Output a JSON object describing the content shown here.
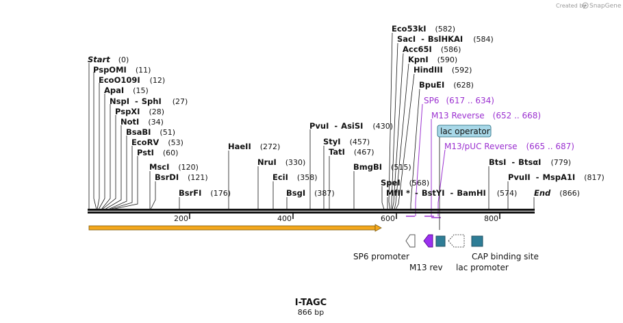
{
  "app": {
    "credit_text": "Created by",
    "brand": "SnapGene"
  },
  "sequence": {
    "name": "I-TAGC",
    "length_label": "866 bp",
    "length": 866
  },
  "ruler": {
    "ticks": [
      {
        "value": 200,
        "label": "200"
      },
      {
        "value": 400,
        "label": "400"
      },
      {
        "value": 600,
        "label": "600"
      },
      {
        "value": 800,
        "label": "800"
      }
    ]
  },
  "sites": [
    {
      "name": "Start",
      "pos": 0,
      "pos_label": "(0)",
      "italic": true
    },
    {
      "name": "PspOMI",
      "pos": 11,
      "pos_label": "(11)"
    },
    {
      "name": "EcoO109I",
      "pos": 12,
      "pos_label": "(12)"
    },
    {
      "name": "ApaI",
      "pos": 15,
      "pos_label": "(15)"
    },
    {
      "name": "NspI",
      "name2": "SphI",
      "pos": 27,
      "pos_label": "(27)"
    },
    {
      "name": "PspXI",
      "pos": 28,
      "pos_label": "(28)"
    },
    {
      "name": "NotI",
      "pos": 34,
      "pos_label": "(34)"
    },
    {
      "name": "BsaBI",
      "pos": 51,
      "pos_label": "(51)"
    },
    {
      "name": "EcoRV",
      "pos": 53,
      "pos_label": "(53)"
    },
    {
      "name": "PstI",
      "pos": 60,
      "pos_label": "(60)"
    },
    {
      "name": "MscI",
      "pos": 120,
      "pos_label": "(120)"
    },
    {
      "name": "BsrDI",
      "pos": 121,
      "pos_label": "(121)"
    },
    {
      "name": "BsrFI",
      "pos": 176,
      "pos_label": "(176)"
    },
    {
      "name": "HaeII",
      "pos": 272,
      "pos_label": "(272)"
    },
    {
      "name": "NruI",
      "pos": 330,
      "pos_label": "(330)"
    },
    {
      "name": "EciI",
      "pos": 358,
      "pos_label": "(358)"
    },
    {
      "name": "BsgI",
      "pos": 387,
      "pos_label": "(387)"
    },
    {
      "name": "PvuI",
      "name2": "AsiSI",
      "pos": 430,
      "pos_label": "(430)"
    },
    {
      "name": "StyI",
      "pos": 457,
      "pos_label": "(457)"
    },
    {
      "name": "TatI",
      "pos": 467,
      "pos_label": "(467)"
    },
    {
      "name": "BmgBI",
      "pos": 515,
      "pos_label": "(515)"
    },
    {
      "name": "SpeI",
      "pos": 568,
      "pos_label": "(568)"
    },
    {
      "name": "MfII *",
      "name2": "BstYI",
      "name3": "BamHI",
      "pos": 574,
      "pos_label": "(574)"
    },
    {
      "name": "Eco53kI",
      "pos": 582,
      "pos_label": "(582)"
    },
    {
      "name": "SacI",
      "name2": "BslHKAI",
      "pos": 584,
      "pos_label": "(584)"
    },
    {
      "name": "Acc65I",
      "pos": 586,
      "pos_label": "(586)"
    },
    {
      "name": "KpnI",
      "pos": 590,
      "pos_label": "(590)"
    },
    {
      "name": "HindIII",
      "pos": 592,
      "pos_label": "(592)"
    },
    {
      "name": "BpuEI",
      "pos": 628,
      "pos_label": "(628)"
    },
    {
      "name": "BtsI",
      "name2": "BtsαI",
      "pos": 779,
      "pos_label": "(779)"
    },
    {
      "name": "PvuII",
      "name2": "MspA1I",
      "pos": 817,
      "pos_label": "(817)"
    },
    {
      "name": "End",
      "pos": 866,
      "pos_label": "(866)",
      "italic": true
    }
  ],
  "primers": [
    {
      "name": "SP6",
      "range": "(617 .. 634)"
    },
    {
      "name": "M13 Reverse",
      "range": "(652 .. 668)"
    },
    {
      "name": "M13/pUC Reverse",
      "range": "(665 .. 687)"
    }
  ],
  "operator": {
    "label": "lac operator"
  },
  "features": [
    {
      "name": "SP6 promoter",
      "color": "#ffffff"
    },
    {
      "name": "M13 rev",
      "color": "#9b30f0"
    },
    {
      "name": "lac promoter",
      "color": "#ffffff"
    },
    {
      "name": "CAP binding site",
      "color": "#2e7d96"
    }
  ],
  "colors": {
    "primer": "#9b30d0",
    "operator_fill": "#a8d8e8",
    "cap_fill": "#2e7d96",
    "orf_fill": "#f3a71c",
    "backbone": "#111111"
  }
}
